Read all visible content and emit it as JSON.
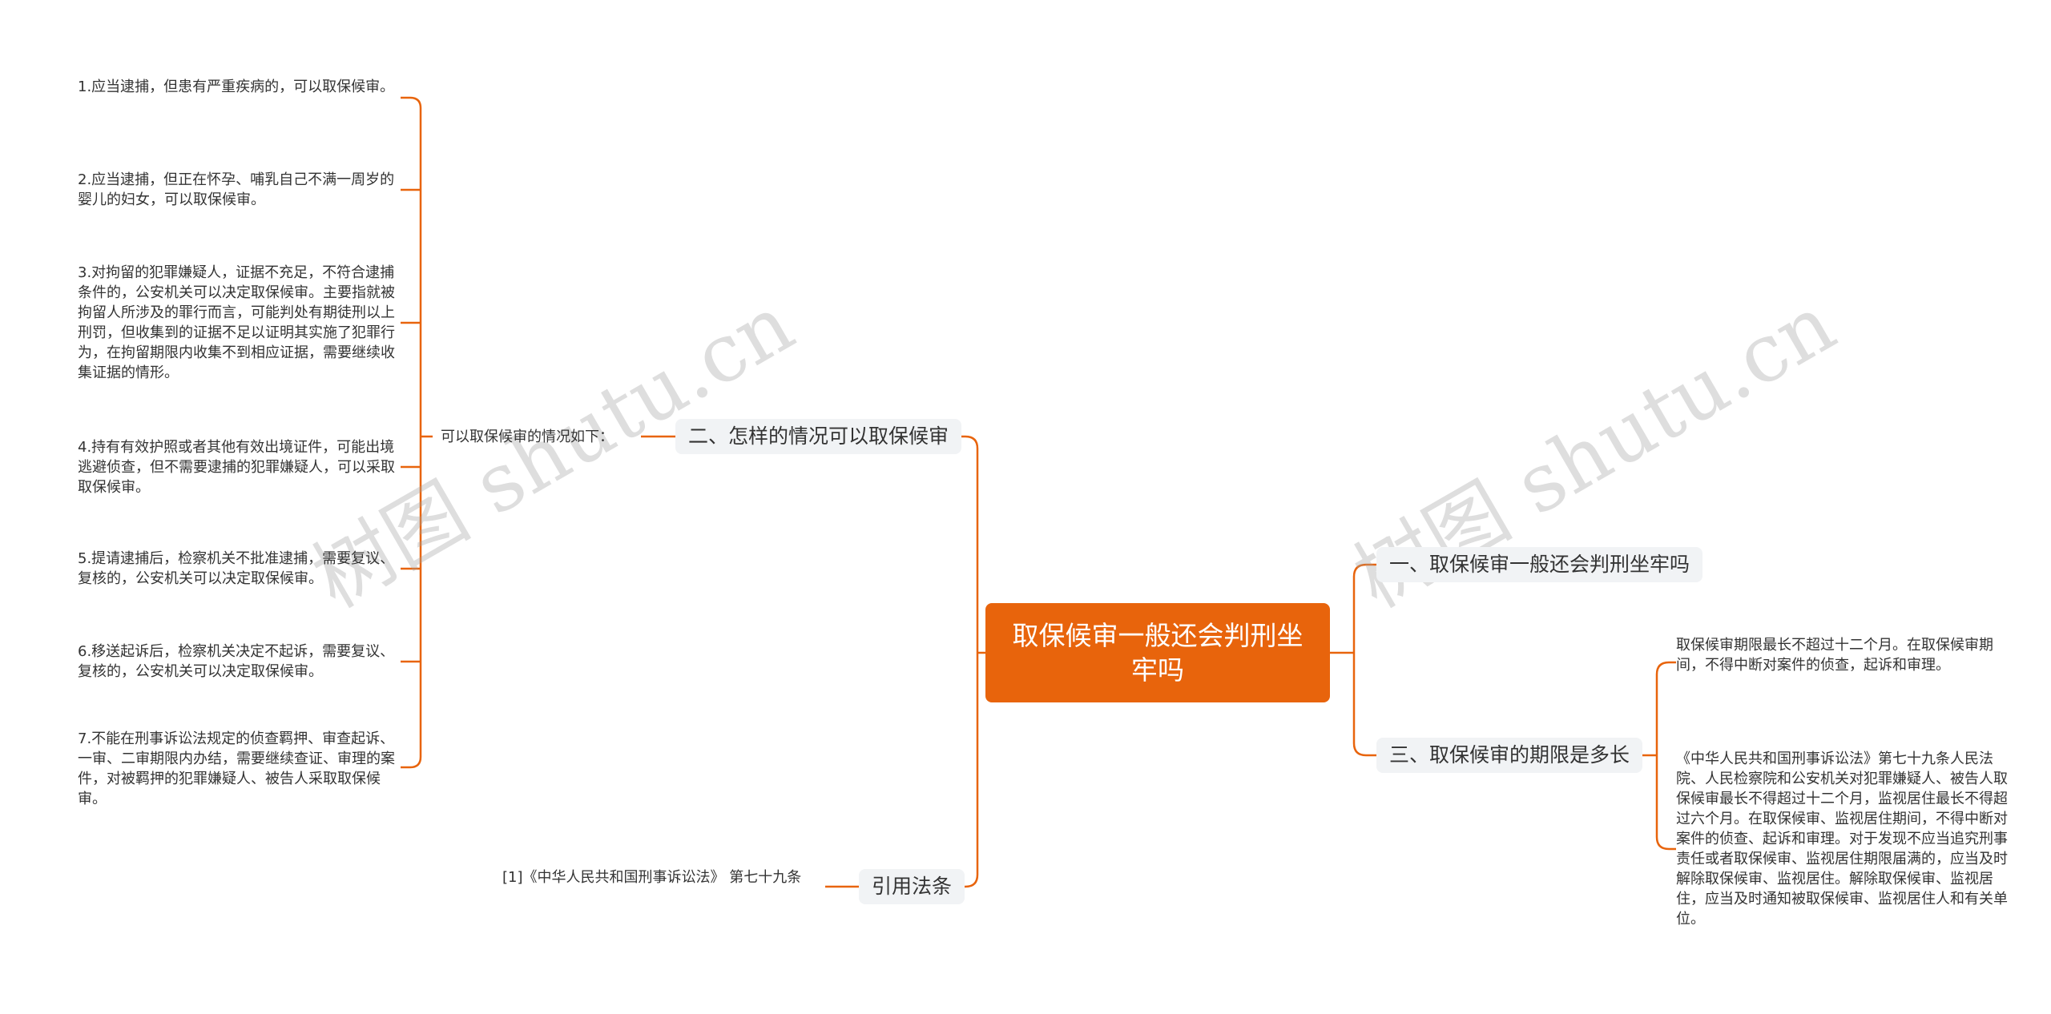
{
  "colors": {
    "accent": "#e8640c",
    "branch_bg": "#f1f3f5",
    "line": "#e8640c"
  },
  "root": {
    "label": "取保候审一般还会判刑坐牢吗"
  },
  "watermark": "树图 shutu.cn",
  "branches": {
    "b1": {
      "label": "一、取保候审一般还会判刑坐牢吗"
    },
    "b2": {
      "label": "二、怎样的情况可以取保候审",
      "intro": "可以取保候审的情况如下："
    },
    "b3": {
      "label": "三、取保候审的期限是多长",
      "items": [
        "取保候审期限最长不超过十二个月。在取保候审期间，不得中断对案件的侦查，起诉和审理。",
        "《中华人民共和国刑事诉讼法》第七十九条人民法院、人民检察院和公安机关对犯罪嫌疑人、被告人取保候审最长不得超过十二个月，监视居住最长不得超过六个月。在取保候审、监视居住期间，不得中断对案件的侦查、起诉和审理。对于发现不应当追究刑事责任或者取保候审、监视居住期限届满的，应当及时解除取保候审、监视居住。解除取保候审、监视居住，应当及时通知被取保候审、监视居住人和有关单位。"
      ]
    },
    "b4": {
      "label": "引用法条",
      "item": "[1]《中华人民共和国刑事诉讼法》 第七十九条"
    }
  },
  "conditions": [
    "1.应当逮捕，但患有严重疾病的，可以取保候审。",
    "2.应当逮捕，但正在怀孕、哺乳自己不满一周岁的婴儿的妇女，可以取保候审。",
    "3.对拘留的犯罪嫌疑人，证据不充足，不符合逮捕条件的，公安机关可以决定取保候审。主要指就被拘留人所涉及的罪行而言，可能判处有期徒刑以上刑罚，但收集到的证据不足以证明其实施了犯罪行为，在拘留期限内收集不到相应证据，需要继续收集证据的情形。",
    "4.持有有效护照或者其他有效出境证件，可能出境逃避侦查，但不需要逮捕的犯罪嫌疑人，可以采取取保候审。",
    "5.提请逮捕后，检察机关不批准逮捕，需要复议、复核的，公安机关可以决定取保候审。",
    "6.移送起诉后，检察机关决定不起诉，需要复议、复核的，公安机关可以决定取保候审。",
    "7.不能在刑事诉讼法规定的侦查羁押、审查起诉、一审、二审期限内办结，需要继续查证、审理的案件，对被羁押的犯罪嫌疑人、被告人采取取保候审。"
  ]
}
